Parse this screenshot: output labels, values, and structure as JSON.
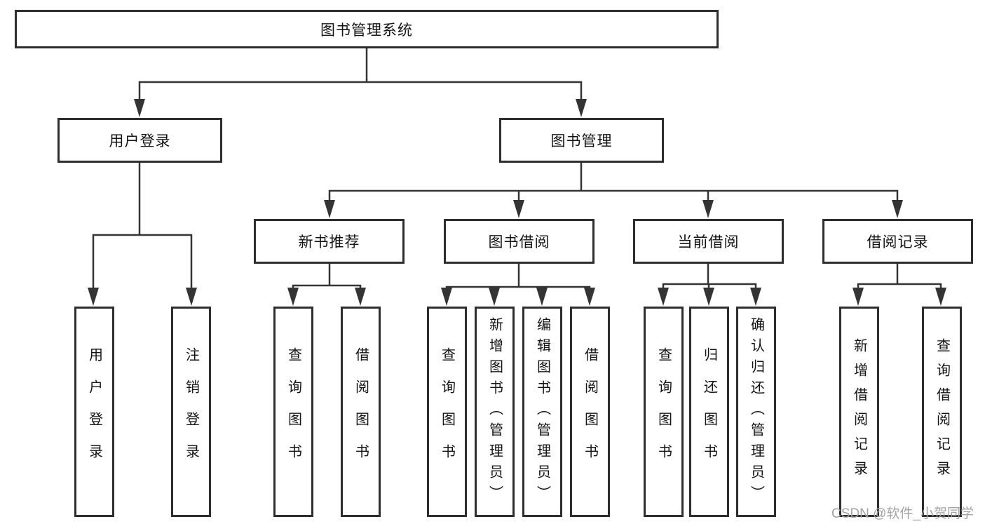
{
  "diagram": {
    "title_node": "图书管理系统",
    "root": {
      "label": "图书管理系统"
    },
    "branches": [
      {
        "label": "用户登录",
        "children": [
          "用户登录",
          "注销登录"
        ]
      },
      {
        "label": "图书管理",
        "sections": [
          {
            "label": "新书推荐",
            "children": [
              "查询图书",
              "借阅图书"
            ]
          },
          {
            "label": "图书借阅",
            "children": [
              "查询图书",
              "新增图书（管理员）",
              "编辑图书（管理员）",
              "借阅图书"
            ]
          },
          {
            "label": "当前借阅",
            "children": [
              "查询图书",
              "归还图书",
              "确认归还（管理员）"
            ]
          },
          {
            "label": "借阅记录",
            "children": [
              "新增借阅记录",
              "查询借阅记录"
            ]
          }
        ]
      }
    ]
  },
  "watermark": {
    "text": "CSDN @软件_小贺同学"
  },
  "colors": {
    "line": "#343434",
    "box_border": "#2e2e2e",
    "text": "#141414",
    "watermark": "#a3a3a3",
    "background": "#ffffff"
  }
}
